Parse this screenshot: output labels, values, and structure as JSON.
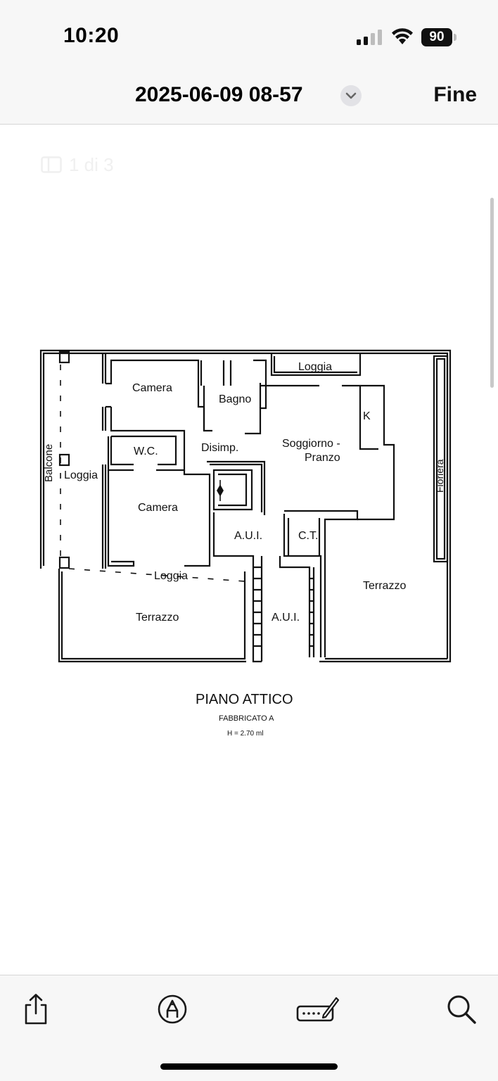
{
  "status": {
    "time": "10:20",
    "battery": "90"
  },
  "nav": {
    "title": "2025-06-09 08-57",
    "done_label": "Fine"
  },
  "page_indicator": "1 di 3",
  "plan": {
    "rooms": {
      "camera_top": "Camera",
      "bagno": "Bagno",
      "loggia_top": "Loggia",
      "k": "K",
      "wc": "W.C.",
      "disimp": "Disimp.",
      "soggiorno": "Soggiorno -",
      "pranzo": "Pranzo",
      "balcone": "Balcone",
      "loggia_left": "Loggia",
      "camera_mid": "Camera",
      "fioriera": "Fioriera",
      "aui_top": "A.U.I.",
      "ct": "C.T.",
      "loggia_bottom": "Loggia",
      "terrazzo_right": "Terrazzo",
      "terrazzo_left": "Terrazzo",
      "aui_bottom": "A.U.I."
    },
    "caption": {
      "title": "PIANO ATTICO",
      "subtitle": "FABBRICATO A",
      "height": "H = 2.70 ml"
    }
  },
  "toolbar": {
    "share": "share-icon",
    "markup": "markup-icon",
    "signature": "signature-icon",
    "search": "search-icon"
  }
}
